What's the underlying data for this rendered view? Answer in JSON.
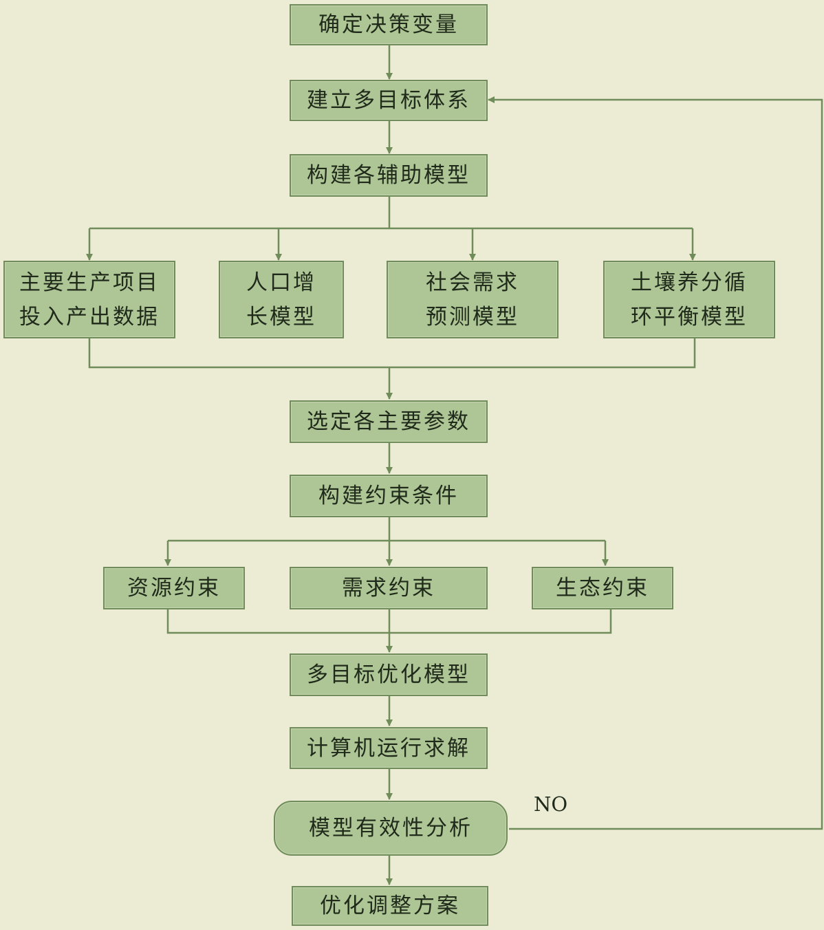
{
  "colors": {
    "background": "#ecebd3",
    "node_fill": "#aec596",
    "node_border": "#6f8c5a",
    "line": "#6f8c5a"
  },
  "nodes": {
    "decision_vars": "确定决策变量",
    "objective_system": "建立多目标体系",
    "aux_models": "构建各辅助模型",
    "production_data": "主要生产项目\n投入产出数据",
    "population_model": "人口增\n长模型",
    "demand_forecast": "社会需求\n预测模型",
    "soil_nutrient_model": "土壤养分循\n环平衡模型",
    "select_params": "选定各主要参数",
    "build_constraints": "构建约束条件",
    "resource_constraint": "资源约束",
    "demand_constraint": "需求约束",
    "ecology_constraint": "生态约束",
    "mo_optimization": "多目标优化模型",
    "computer_solve": "计算机运行求解",
    "validity_analysis": "模型有效性分析",
    "optimize_plan": "优化调整方案"
  },
  "labels": {
    "no": "NO"
  }
}
